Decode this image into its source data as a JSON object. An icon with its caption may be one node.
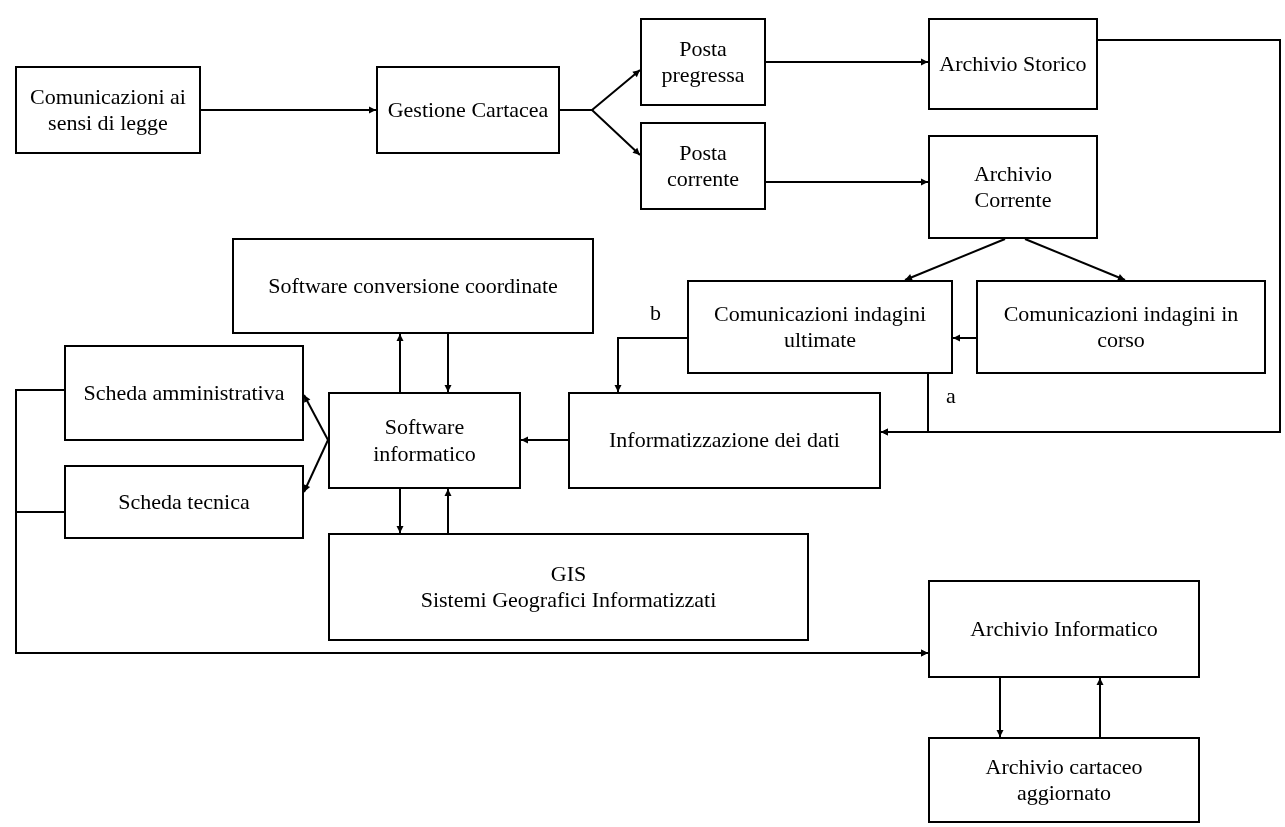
{
  "diagram": {
    "nodes": [
      {
        "text": [
          "Comunicazioni  ai sensi di legge"
        ]
      },
      {
        "text": [
          "Gestione Cartacea"
        ]
      },
      {
        "text": [
          "Posta pregressa"
        ]
      },
      {
        "text": [
          "Posta corrente"
        ]
      },
      {
        "text": [
          "Archivio Storico"
        ]
      },
      {
        "text": [
          "Archivio Corrente"
        ]
      },
      {
        "text": [
          "Software conversione coordinate"
        ]
      },
      {
        "text": [
          "Comunicazioni indagini ultimate"
        ]
      },
      {
        "text": [
          "Comunicazioni indagini in corso"
        ]
      },
      {
        "text": [
          "Scheda amministrativa"
        ]
      },
      {
        "text": [
          "Scheda tecnica"
        ]
      },
      {
        "text": [
          "Software informatico"
        ]
      },
      {
        "text": [
          "Informatizzazione dei dati"
        ]
      },
      {
        "text": [
          "GIS",
          "Sistemi Geografici Informatizzati"
        ]
      },
      {
        "text": [
          "Archivio Informatico"
        ]
      },
      {
        "text": [
          "Archivio cartaceo aggiornato"
        ]
      }
    ],
    "edges": [
      {
        "from": 0,
        "to": 1,
        "arrow": "to"
      },
      {
        "from": 1,
        "to": 2,
        "arrow": "to"
      },
      {
        "from": 1,
        "to": 3,
        "arrow": "to"
      },
      {
        "from": 2,
        "to": 4,
        "arrow": "to"
      },
      {
        "from": 3,
        "to": 5,
        "arrow": "to"
      },
      {
        "from": 5,
        "to": 7,
        "arrow": "to"
      },
      {
        "from": 5,
        "to": 8,
        "arrow": "to"
      },
      {
        "from": 8,
        "to": 7,
        "arrow": "to"
      },
      {
        "from": 7,
        "to": 12,
        "arrow": "to",
        "label": "b"
      },
      {
        "from": 7,
        "to": 12,
        "arrow": "to",
        "label": "a"
      },
      {
        "from": 4,
        "to": 12,
        "arrow": "to"
      },
      {
        "from": 12,
        "to": 11,
        "arrow": "to"
      },
      {
        "from": 11,
        "to": 9,
        "arrow": "to"
      },
      {
        "from": 11,
        "to": 10,
        "arrow": "to"
      },
      {
        "from": 11,
        "to": 6,
        "arrow": "to"
      },
      {
        "from": 6,
        "to": 11,
        "arrow": "to"
      },
      {
        "from": 11,
        "to": 13,
        "arrow": "to"
      },
      {
        "from": 13,
        "to": 11,
        "arrow": "to"
      },
      {
        "from": 9,
        "to": 14,
        "arrow": "to"
      },
      {
        "from": 10,
        "to": 14,
        "arrow": "to"
      },
      {
        "from": 14,
        "to": 15,
        "arrow": "to"
      },
      {
        "from": 15,
        "to": 14,
        "arrow": "to"
      }
    ]
  }
}
